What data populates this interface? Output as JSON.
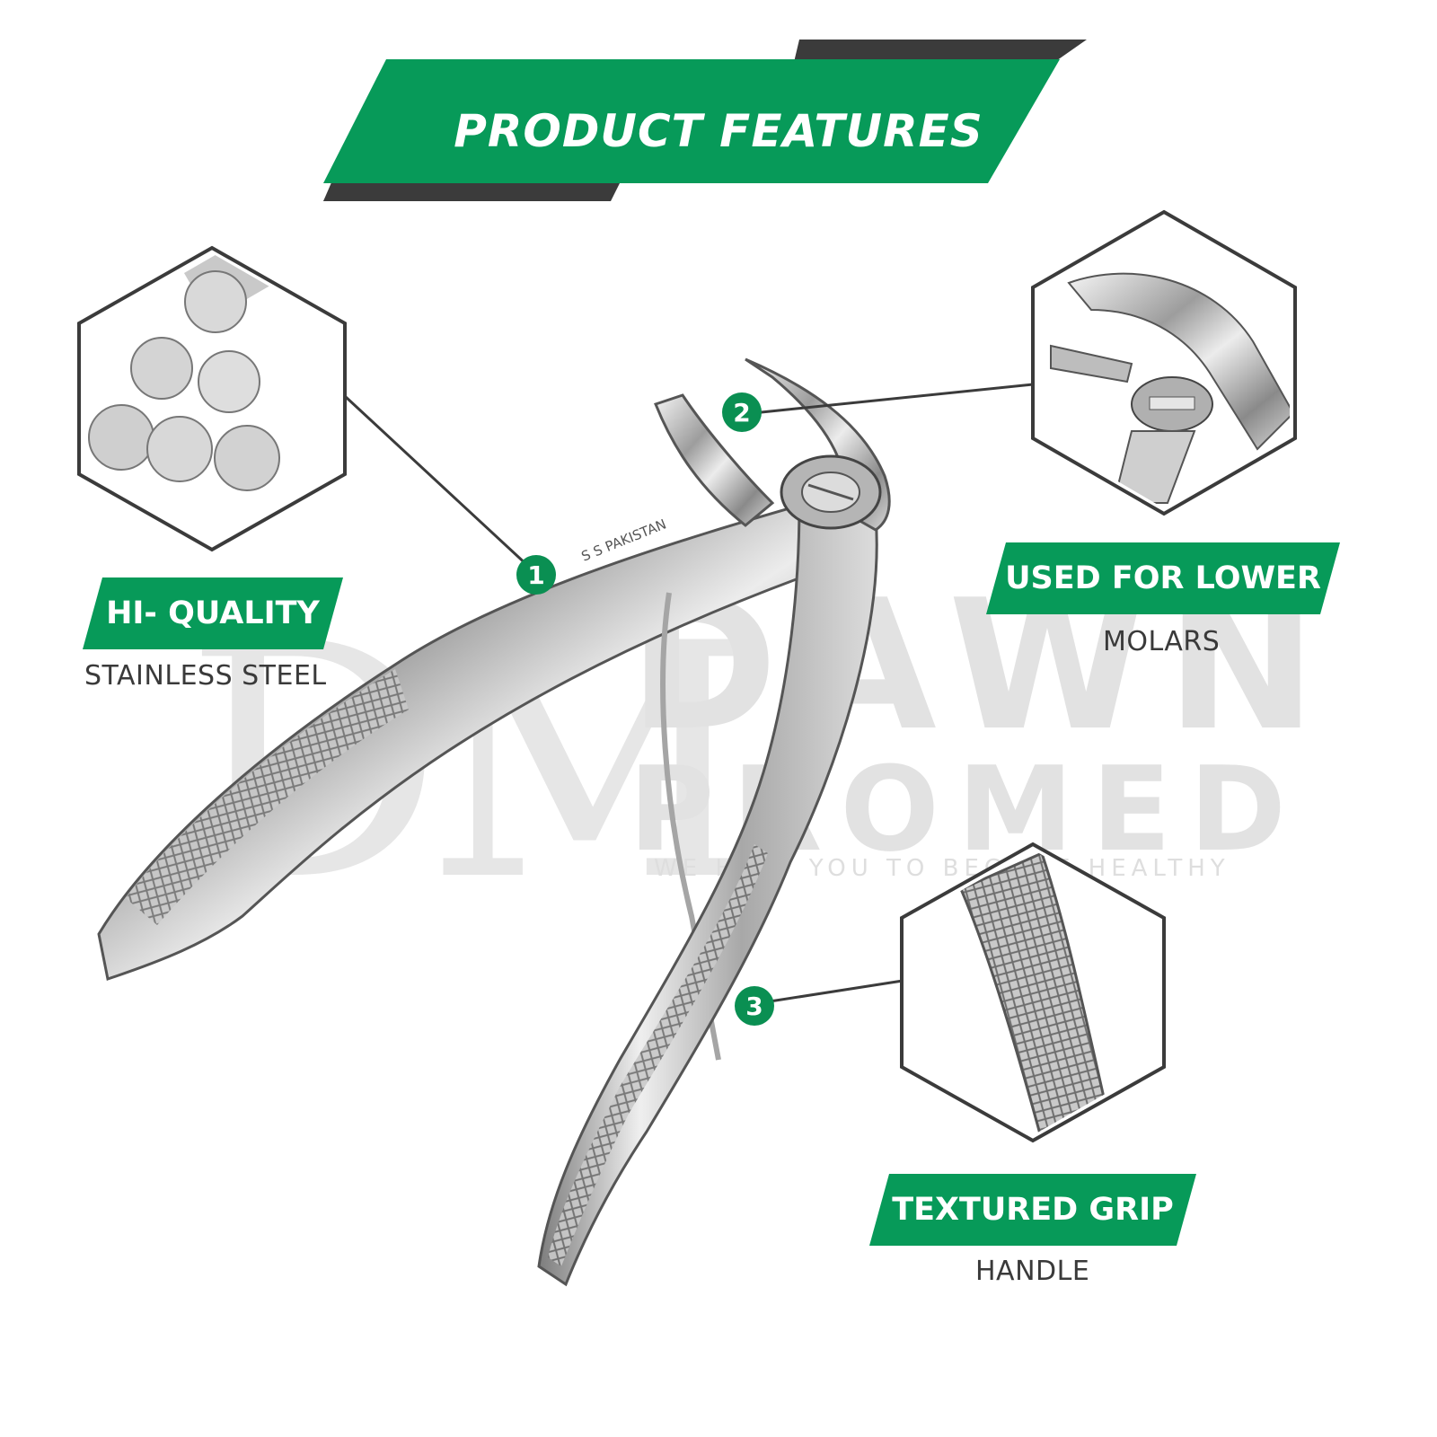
{
  "banner": {
    "title": "PRODUCT FEATURES"
  },
  "watermark": {
    "monogram": "DM",
    "name_line1": "DAWN",
    "name_line2": "PROMED",
    "tagline": "WE HELP YOU TO BECOME HEALTHY"
  },
  "product": {
    "engraving": "S S PAKISTAN"
  },
  "features": [
    {
      "number": "1",
      "title": "HI- QUALITY",
      "subtitle": "STAINLESS STEEL",
      "image_icon": "steel-rods"
    },
    {
      "number": "2",
      "title": "USED FOR LOWER",
      "subtitle": "MOLARS",
      "image_icon": "forceps-jaw-closeup"
    },
    {
      "number": "3",
      "title": "TEXTURED GRIP",
      "subtitle": "HANDLE",
      "image_icon": "knurled-handle-closeup"
    }
  ],
  "colors": {
    "accent": "#079a59",
    "dark": "#3b3b3b",
    "badge": "#0a8f52"
  }
}
